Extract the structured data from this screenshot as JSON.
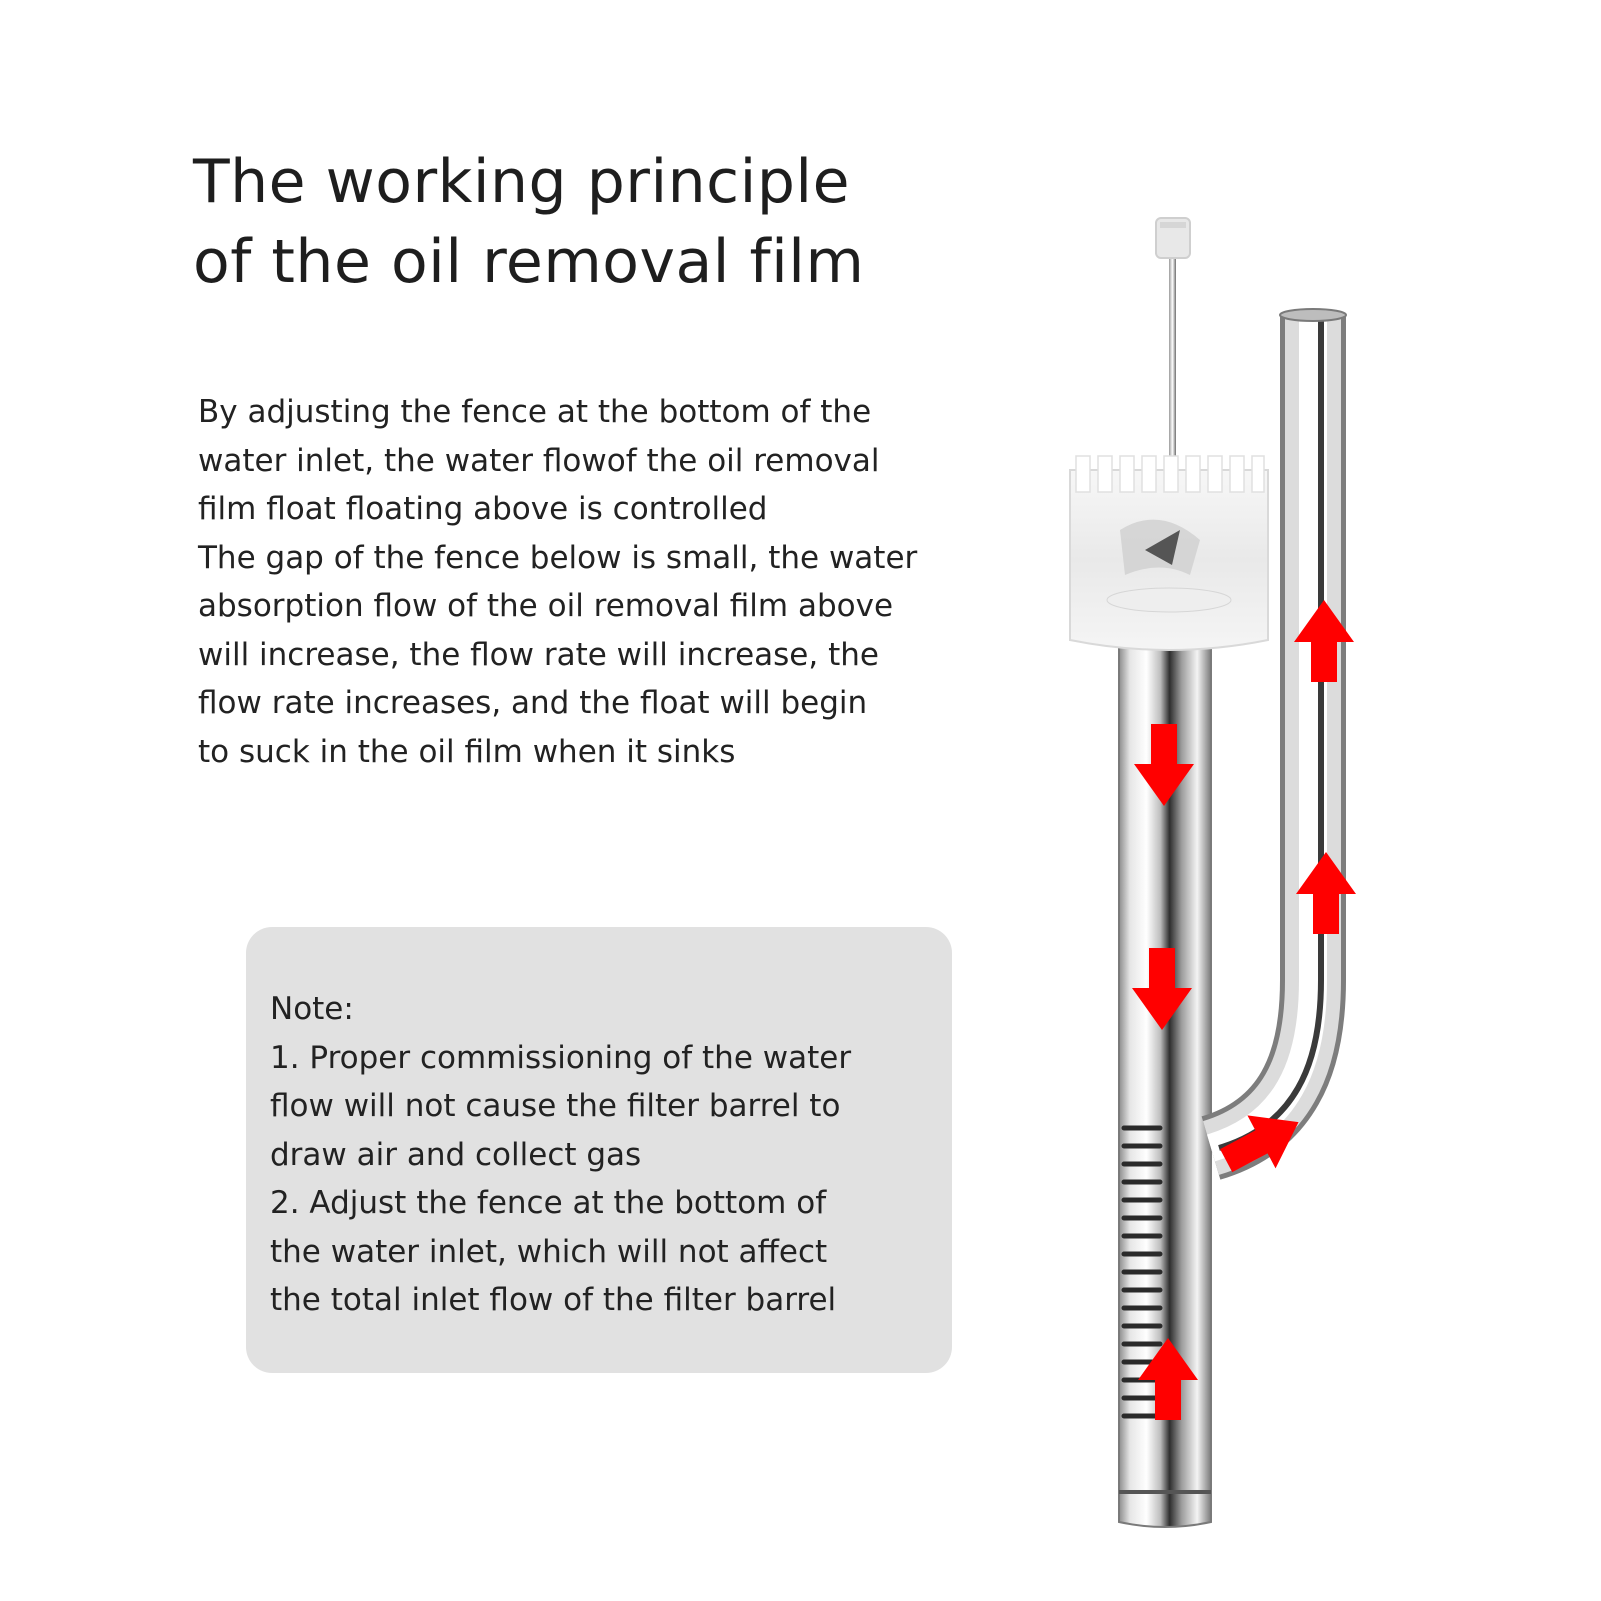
{
  "title": {
    "line1": "The working principle",
    "line2": "of the oil removal film"
  },
  "description": {
    "lines": [
      "By adjusting the fence at the bottom of the",
      "water inlet, the water flowof the oil removal",
      "film float floating above is controlled",
      "The gap of the fence below is small, the water",
      "absorption flow of the oil removal film above",
      "will increase, the flow rate will increase, the",
      "flow rate increases, and the float will begin",
      "to suck in the oil film when it sinks"
    ]
  },
  "note": {
    "lines": [
      "Note:",
      "1. Proper commissioning of the water",
      "flow will not cause the filter barrel to",
      "draw air and collect gas",
      "2. Adjust the fence at the bottom of",
      "the water inlet, which will not affect",
      "the total inlet flow of the filter barrel"
    ]
  },
  "colors": {
    "arrow": "#ff0000",
    "note_background": "#e1e1e1",
    "text": "#222222"
  },
  "icons": {
    "flow_down": "arrow-down-icon",
    "flow_up": "arrow-up-icon",
    "flow_diagonal": "arrow-up-right-icon"
  }
}
